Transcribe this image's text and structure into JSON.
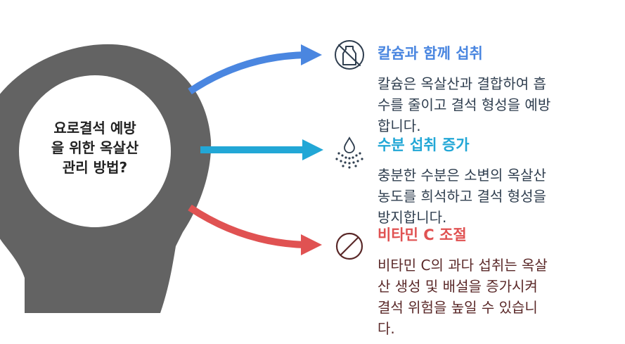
{
  "center": {
    "lines": [
      "요로결석 예방",
      "을 위한 옥살산",
      "관리 방법?"
    ]
  },
  "items": [
    {
      "title": "칼슘과 함께 섭취",
      "color": "#4A86E0",
      "text_color": "#2F3E4F",
      "icon": "no-milk-bottle-icon",
      "desc_lines": [
        "칼슘은 옥살산과 결합하여 흡",
        "수를 줄이고 결석 형성을 예방",
        "합니다."
      ]
    },
    {
      "title": "수분 섭취 증가",
      "color": "#22A7D6",
      "text_color": "#2F3E4F",
      "icon": "water-drop-icon",
      "desc_lines": [
        "충분한 수분은 소변의 옥살산",
        "농도를 희석하고 결석 형성을",
        "방지합니다."
      ]
    },
    {
      "title": "비타민 C 조절",
      "color": "#E05252",
      "text_color": "#5A2828",
      "icon": "prohibited-icon",
      "desc_lines": [
        "비타민 C의 과다 섭취는 옥살",
        "산 생성 및 배설을 증가시켜",
        "결석 위험을 높일 수 있습니",
        "다."
      ]
    }
  ],
  "colors": {
    "head": "#636363",
    "circle": "#ffffff",
    "icon_stroke": "#2F3E4F"
  }
}
